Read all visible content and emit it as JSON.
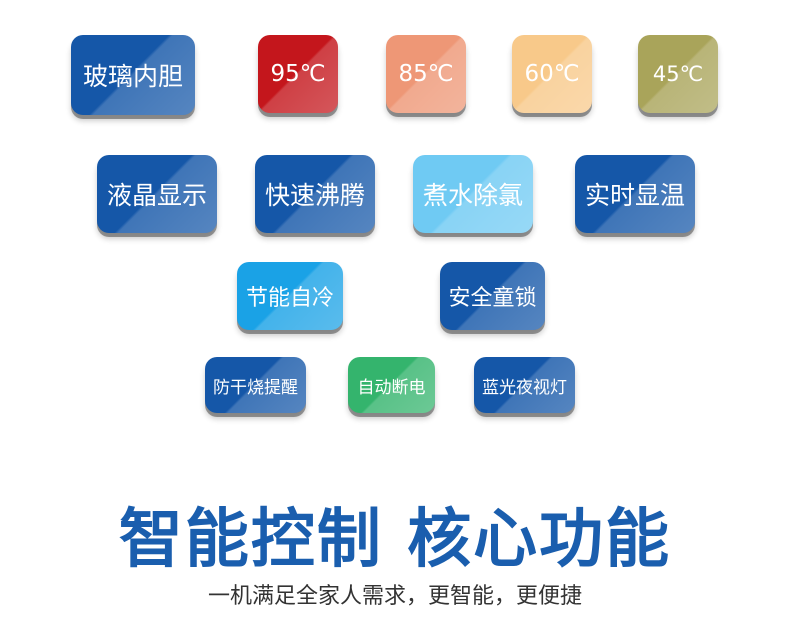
{
  "features": {
    "glass_liner": "玻璃内胆",
    "t95": "95℃",
    "t85": "85℃",
    "t60": "60℃",
    "t45": "45℃",
    "lcd": "液晶显示",
    "fast_boil": "快速沸腾",
    "dechlorine": "煮水除氯",
    "temp_display": "实时显温",
    "self_cool": "节能自冷",
    "child_lock": "安全童锁",
    "dry_boil": "防干烧提醒",
    "auto_off": "自动断电",
    "night_light": "蓝光夜视灯"
  },
  "headline": "智能控制 核心功能",
  "subtitle": "一机满足全家人需求，更智能，更便捷"
}
